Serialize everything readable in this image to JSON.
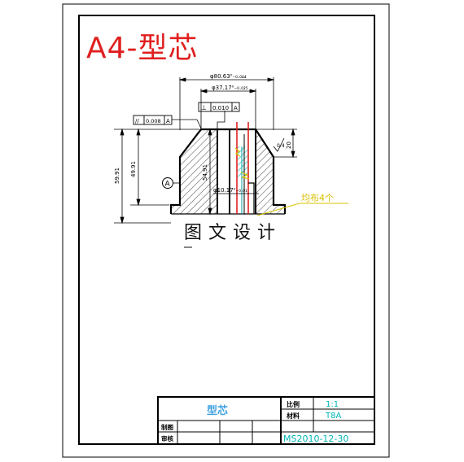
{
  "title": "A4-型芯",
  "watermark": "图文设计",
  "drawing": {
    "dim_top_outer": "φ80.63⁰₋₀.₀₄₄",
    "dim_top_inner": "φ37.17⁰₋₀.₀₂₅",
    "dim_bore": "φ10.17⁰₋₀.₀₁",
    "dim_height_total": "59.91",
    "dim_height_mid": "49.91",
    "dim_height_inner": "54.91",
    "dim_right": "20",
    "roughness": "0.4",
    "gdt_perp": "⊥",
    "gdt_perp_val": "0.010",
    "gdt_perp_ref": "A",
    "gdt_par": "//",
    "gdt_par_val": "0.008",
    "gdt_par_ref": "A",
    "datum_label": "A",
    "callout_note": "均布4个"
  },
  "title_block": {
    "part_name": "型芯",
    "scale_label": "比例",
    "scale_value": "1:1",
    "material_label": "材料",
    "material_value": "T8A",
    "drawn_label": "制图",
    "check_label": "审核",
    "drawing_no": "MS2010-12-30"
  }
}
